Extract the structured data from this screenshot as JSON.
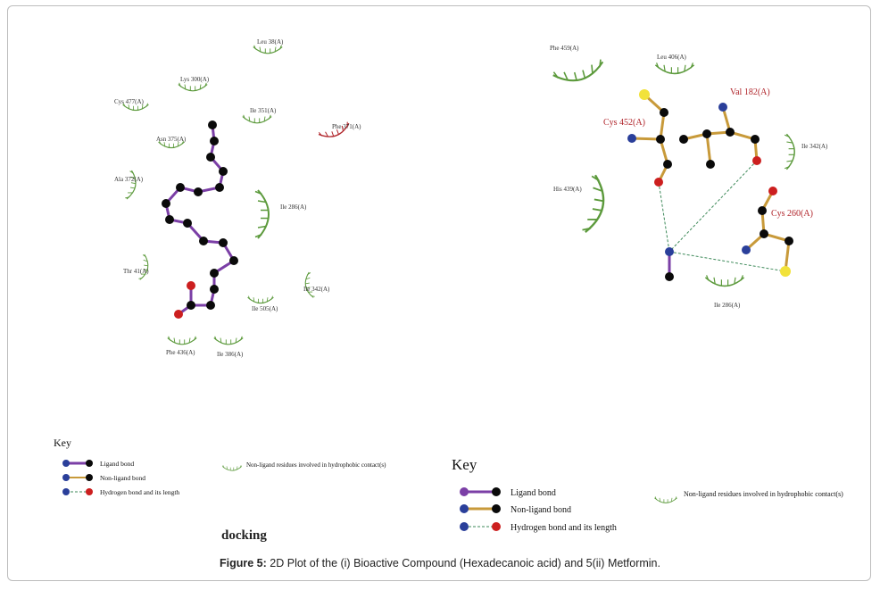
{
  "figure": {
    "caption_prefix": "Figure 5:",
    "caption_text": " 2D Plot of the (i) Bioactive Compound (Hexadecanoic acid) and 5(ii) Metformin.",
    "docking_label": "docking"
  },
  "left_plot": {
    "residues": [
      {
        "label": "Leu 38(A)"
      },
      {
        "label": "Lys 300(A)"
      },
      {
        "label": "Cys 477(A)"
      },
      {
        "label": "Ile 351(A)"
      },
      {
        "label": "Phe 371(A)"
      },
      {
        "label": "Asn 375(A)"
      },
      {
        "label": "Ala 372(A)"
      },
      {
        "label": "Ile 286(A)"
      },
      {
        "label": "Thr 41(A)"
      },
      {
        "label": "Ile 342(A)"
      },
      {
        "label": "Ile 505(A)"
      },
      {
        "label": "Phe 436(A)"
      },
      {
        "label": "Ile 386(A)"
      }
    ]
  },
  "right_plot": {
    "residues_black": [
      {
        "label": "Phe 459(A)"
      },
      {
        "label": "Leu 406(A)"
      },
      {
        "label": "Ile 342(A)"
      },
      {
        "label": "His 439(A)"
      },
      {
        "label": "Ile 286(A)"
      }
    ],
    "residues_red": [
      {
        "label": "Cys 452(A)"
      },
      {
        "label": "Val 182(A)"
      },
      {
        "label": "Cys 260(A)"
      }
    ]
  },
  "key_left": {
    "title": "Key",
    "ligand_bond": "Ligand bond",
    "nonligand_bond": "Non-ligand bond",
    "hbond": "Hydrogen bond and its length",
    "residue_legend": "Non-ligand residues involved in hydrophobic contact(s)"
  },
  "key_right": {
    "title": "Key",
    "ligand_bond": "Ligand bond",
    "nonligand_bond": "Non-ligand bond",
    "hbond": "Hydrogen bond and its length",
    "residue_legend": "Non-ligand residues involved in hydrophobic contact(s)"
  },
  "colors": {
    "ligand_bond": "#7b3fa6",
    "nonligand_bond": "#c89a3a",
    "atom_c": "#0a0a0a",
    "atom_o": "#cc1f1f",
    "atom_n": "#2a3f9a",
    "atom_s": "#f2e23a",
    "hydrophobic": "#5c9a3c",
    "hydrophobic_red": "#b0242a",
    "hbond": "#3e8a5a"
  }
}
